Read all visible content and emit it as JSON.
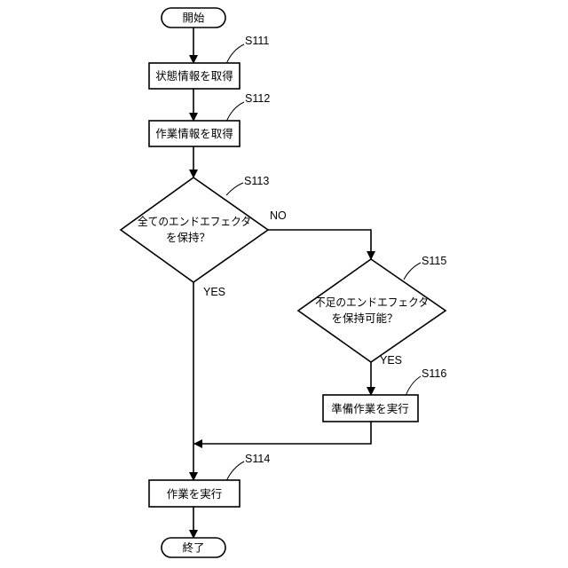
{
  "flowchart": {
    "start": "開始",
    "end": "終了",
    "s111": {
      "step": "S111",
      "text": "状態情報を取得"
    },
    "s112": {
      "step": "S112",
      "text": "作業情報を取得"
    },
    "s113": {
      "step": "S113",
      "line1": "全てのエンドエフェクタ",
      "line2": "を保持？"
    },
    "s114": {
      "step": "S114",
      "text": "作業を実行"
    },
    "s115": {
      "step": "S115",
      "line1": "不足のエンドエフェクタ",
      "line2": "を保持可能？"
    },
    "s116": {
      "step": "S116",
      "text": "準備作業を実行"
    },
    "branches": {
      "s113_no": "NO",
      "s113_yes": "YES",
      "s115_yes": "YES"
    }
  },
  "colors": {
    "stroke": "#000000",
    "background": "#ffffff"
  }
}
